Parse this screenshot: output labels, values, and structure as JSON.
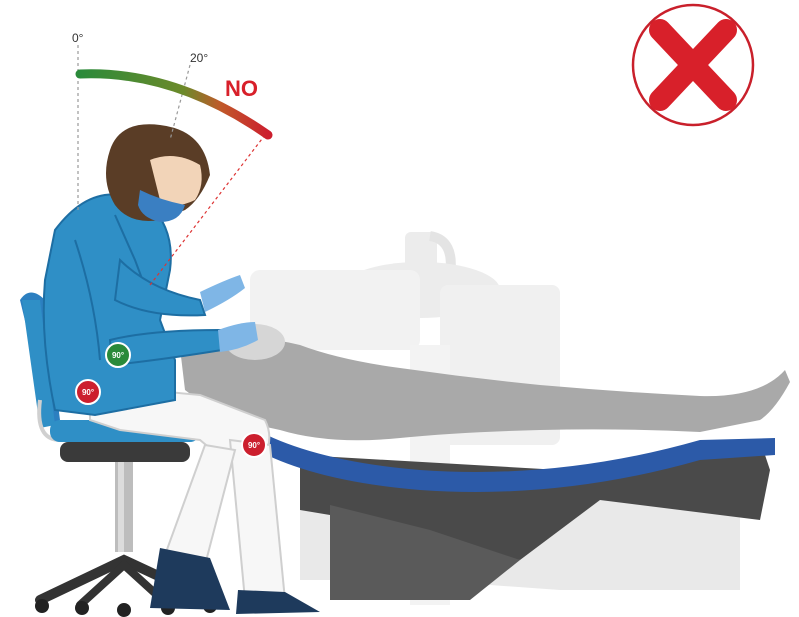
{
  "posture": {
    "neck_angle_reference": "0°",
    "neck_angle_limit": "20°",
    "verdict": "NO",
    "elbow_angle": "90°",
    "hip_angle": "90°",
    "knee_angle": "90°"
  },
  "badge": {
    "icon": "cross-icon",
    "meaning": "incorrect"
  },
  "colors": {
    "verdict_red": "#d8202a",
    "angle_good": "#2a8a3a",
    "angle_bad": "#cc1f2e",
    "scrubs": "#2f8fc6",
    "chair_blue": "#2c5aa8",
    "patient_gray": "#a9a9a9"
  }
}
